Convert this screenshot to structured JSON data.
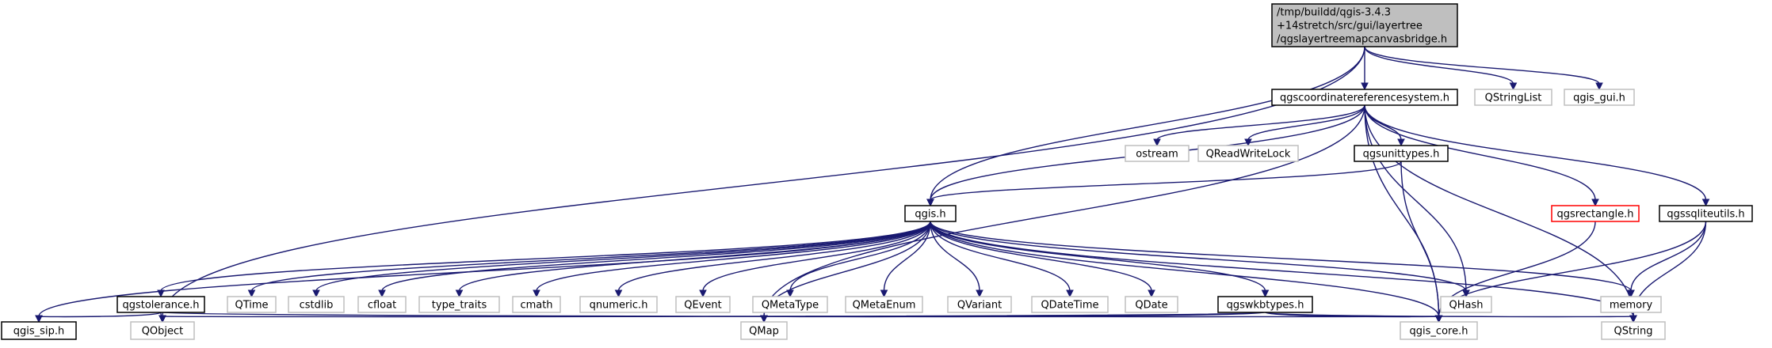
{
  "colors": {
    "edge": "#191970",
    "border_normal": "#000000",
    "border_external": "#bfbfbf",
    "border_truncated": "#ff0000",
    "fill_root": "#bfbfbf",
    "fill_default": "#ffffff"
  },
  "nodes": [
    {
      "id": "root",
      "lines": [
        "/tmp/buildd/qgis-3.4.3",
        "+14stretch/src/gui/layertree",
        "/qgslayertreemapcanvasbridge.h"
      ],
      "kind": "root"
    },
    {
      "id": "crs",
      "lines": [
        "qgscoordinatereferencesystem.h"
      ],
      "kind": "normal"
    },
    {
      "id": "qstringlist",
      "lines": [
        "QStringList"
      ],
      "kind": "external"
    },
    {
      "id": "qgis_gui",
      "lines": [
        "qgis_gui.h"
      ],
      "kind": "external"
    },
    {
      "id": "ostream",
      "lines": [
        "ostream"
      ],
      "kind": "external"
    },
    {
      "id": "qreadwritelock",
      "lines": [
        "QReadWriteLock"
      ],
      "kind": "external"
    },
    {
      "id": "unittypes",
      "lines": [
        "qgsunittypes.h"
      ],
      "kind": "normal"
    },
    {
      "id": "rectangle",
      "lines": [
        "qgsrectangle.h"
      ],
      "kind": "truncated"
    },
    {
      "id": "sqliteutils",
      "lines": [
        "qgssqliteutils.h"
      ],
      "kind": "normal"
    },
    {
      "id": "qgis",
      "lines": [
        "qgis.h"
      ],
      "kind": "normal"
    },
    {
      "id": "tolerance",
      "lines": [
        "qgstolerance.h"
      ],
      "kind": "normal"
    },
    {
      "id": "qtime",
      "lines": [
        "QTime"
      ],
      "kind": "external"
    },
    {
      "id": "cstdlib",
      "lines": [
        "cstdlib"
      ],
      "kind": "external"
    },
    {
      "id": "cfloat",
      "lines": [
        "cfloat"
      ],
      "kind": "external"
    },
    {
      "id": "type_traits",
      "lines": [
        "type_traits"
      ],
      "kind": "external"
    },
    {
      "id": "cmath",
      "lines": [
        "cmath"
      ],
      "kind": "external"
    },
    {
      "id": "qnumeric",
      "lines": [
        "qnumeric.h"
      ],
      "kind": "external"
    },
    {
      "id": "qevent",
      "lines": [
        "QEvent"
      ],
      "kind": "external"
    },
    {
      "id": "qmetatype",
      "lines": [
        "QMetaType"
      ],
      "kind": "external"
    },
    {
      "id": "qmetaenum",
      "lines": [
        "QMetaEnum"
      ],
      "kind": "external"
    },
    {
      "id": "qvariant",
      "lines": [
        "QVariant"
      ],
      "kind": "external"
    },
    {
      "id": "qdatetime",
      "lines": [
        "QDateTime"
      ],
      "kind": "external"
    },
    {
      "id": "qdate",
      "lines": [
        "QDate"
      ],
      "kind": "external"
    },
    {
      "id": "wkbtypes",
      "lines": [
        "qgswkbtypes.h"
      ],
      "kind": "normal"
    },
    {
      "id": "qhash",
      "lines": [
        "QHash"
      ],
      "kind": "external"
    },
    {
      "id": "memory",
      "lines": [
        "memory"
      ],
      "kind": "external"
    },
    {
      "id": "qgis_sip",
      "lines": [
        "qgis_sip.h"
      ],
      "kind": "normal"
    },
    {
      "id": "qobject",
      "lines": [
        "QObject"
      ],
      "kind": "external"
    },
    {
      "id": "qmap",
      "lines": [
        "QMap"
      ],
      "kind": "external"
    },
    {
      "id": "qgis_core",
      "lines": [
        "qgis_core.h"
      ],
      "kind": "external"
    },
    {
      "id": "qstring",
      "lines": [
        "QString"
      ],
      "kind": "external"
    }
  ],
  "edges": [
    [
      "root",
      "crs"
    ],
    [
      "root",
      "qstringlist"
    ],
    [
      "root",
      "qgis_gui"
    ],
    [
      "root",
      "qgis"
    ],
    [
      "root",
      "qobject"
    ],
    [
      "crs",
      "ostream"
    ],
    [
      "crs",
      "qreadwritelock"
    ],
    [
      "crs",
      "unittypes"
    ],
    [
      "crs",
      "rectangle"
    ],
    [
      "crs",
      "sqliteutils"
    ],
    [
      "crs",
      "qgis"
    ],
    [
      "crs",
      "qhash"
    ],
    [
      "crs",
      "qgis_core"
    ],
    [
      "crs",
      "qstring"
    ],
    [
      "crs",
      "qmap"
    ],
    [
      "unittypes",
      "qgis"
    ],
    [
      "unittypes",
      "qgis_core"
    ],
    [
      "rectangle",
      "qgis_core"
    ],
    [
      "sqliteutils",
      "memory"
    ],
    [
      "sqliteutils",
      "qgis_core"
    ],
    [
      "sqliteutils",
      "qstring"
    ],
    [
      "qgis",
      "tolerance"
    ],
    [
      "qgis",
      "qtime"
    ],
    [
      "qgis",
      "cstdlib"
    ],
    [
      "qgis",
      "cfloat"
    ],
    [
      "qgis",
      "type_traits"
    ],
    [
      "qgis",
      "cmath"
    ],
    [
      "qgis",
      "qnumeric"
    ],
    [
      "qgis",
      "qevent"
    ],
    [
      "qgis",
      "qmetatype"
    ],
    [
      "qgis",
      "qmetaenum"
    ],
    [
      "qgis",
      "qvariant"
    ],
    [
      "qgis",
      "qdatetime"
    ],
    [
      "qgis",
      "qdate"
    ],
    [
      "qgis",
      "wkbtypes"
    ],
    [
      "qgis",
      "qhash"
    ],
    [
      "qgis",
      "memory"
    ],
    [
      "qgis",
      "qgis_sip"
    ],
    [
      "qgis",
      "qmap"
    ],
    [
      "qgis",
      "qgis_core"
    ],
    [
      "qgis",
      "qstring"
    ],
    [
      "tolerance",
      "qgis_sip"
    ],
    [
      "tolerance",
      "qobject"
    ],
    [
      "tolerance",
      "qgis_core"
    ],
    [
      "wkbtypes",
      "qobject"
    ],
    [
      "wkbtypes",
      "qmap"
    ],
    [
      "wkbtypes",
      "qgis_core"
    ],
    [
      "wkbtypes",
      "qstring"
    ]
  ]
}
